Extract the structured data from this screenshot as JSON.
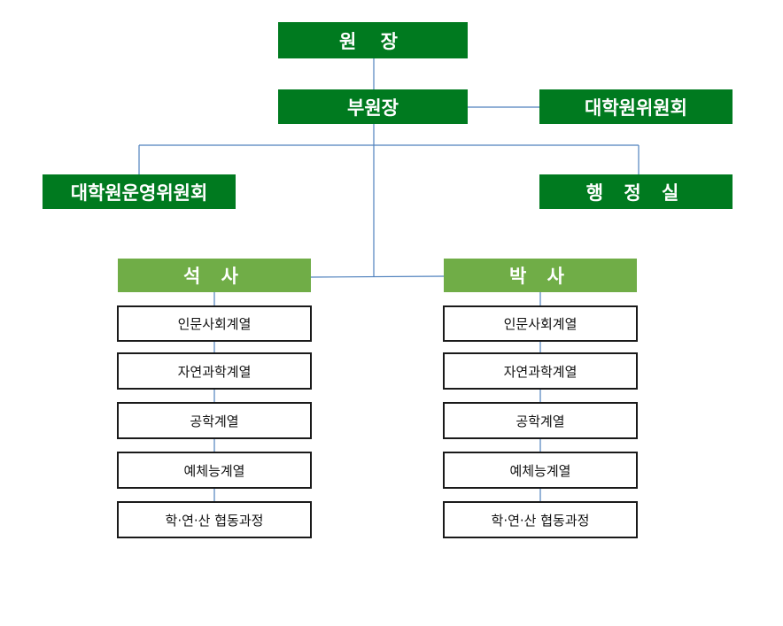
{
  "director": "원 장",
  "vice_director": "부원장",
  "graduate_committee": "대학원위원회",
  "operations_committee": "대학원운영위원회",
  "admin_office": "행 정 실",
  "masters": {
    "title": "석 사",
    "departments": [
      "인문사회계열",
      "자연과학계열",
      "공학계열",
      "예체능계열",
      "학·연·산 협동과정"
    ]
  },
  "doctoral": {
    "title": "박 사",
    "departments": [
      "인문사회계열",
      "자연과학계열",
      "공학계열",
      "예체능계열",
      "학·연·산 협동과정"
    ]
  },
  "colors": {
    "dark_green": "#007a1f",
    "light_green": "#70ad47",
    "connector": "#4f81bd"
  }
}
